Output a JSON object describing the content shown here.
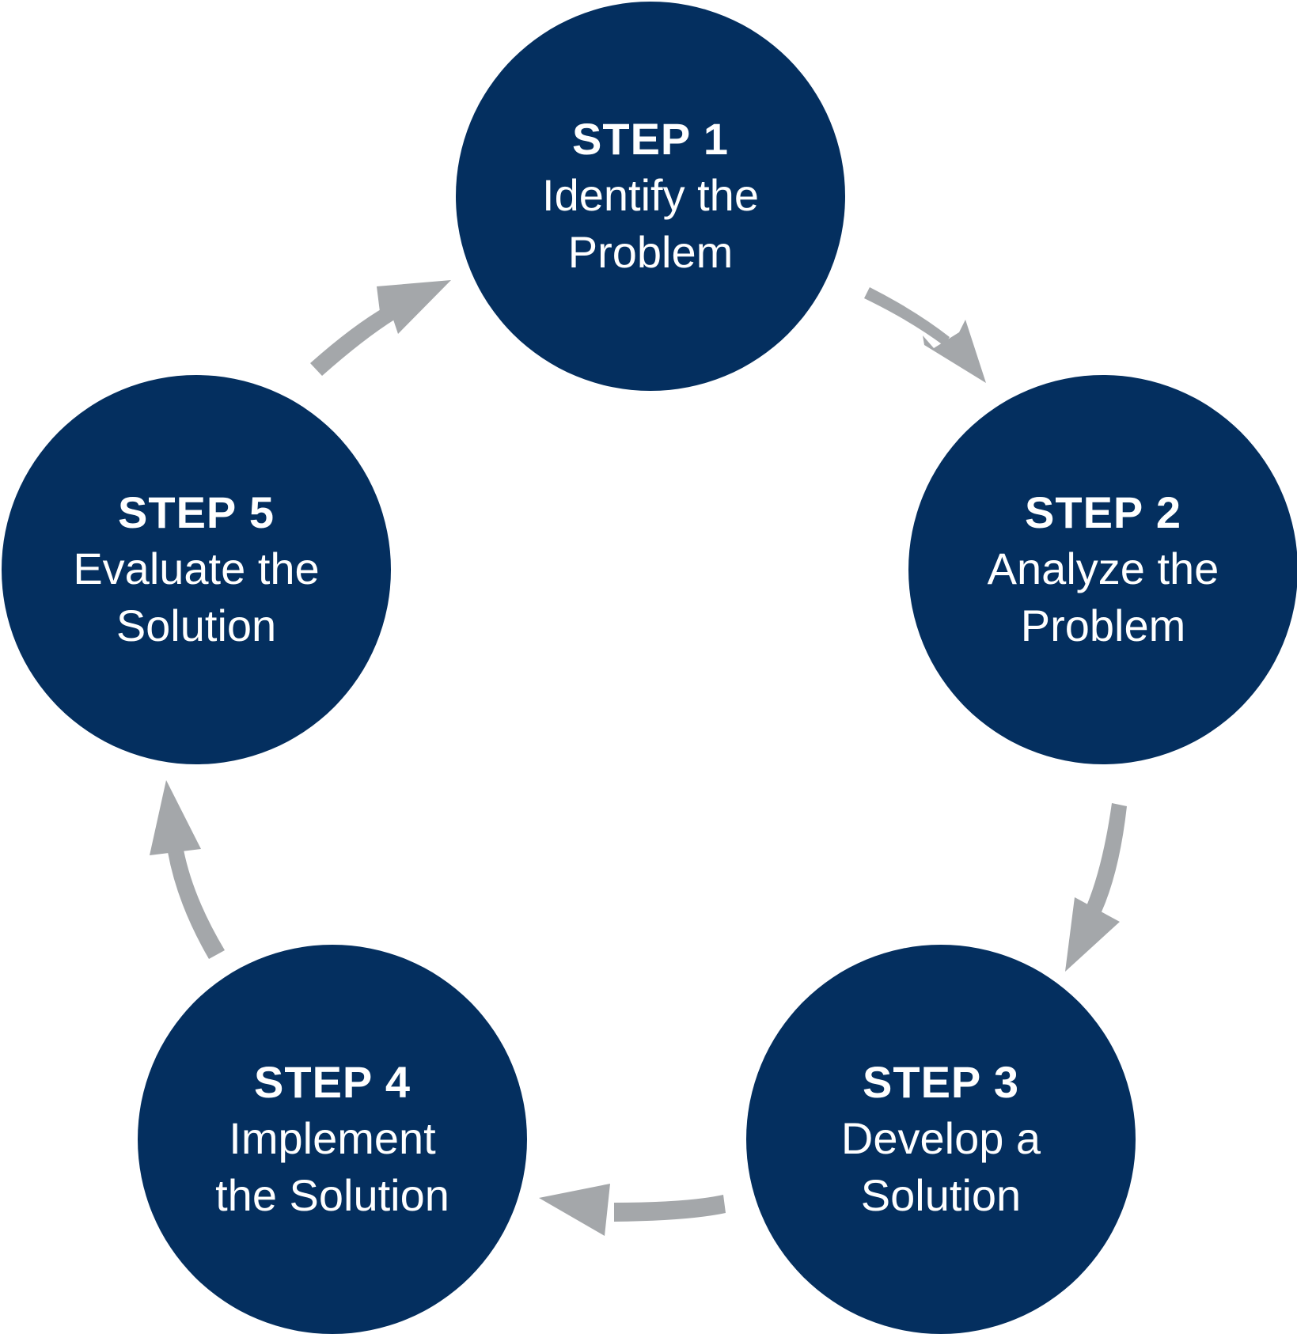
{
  "colors": {
    "circle_fill": "#042f5f",
    "text": "#ffffff",
    "arrow": "#a4a7aa",
    "background": "#ffffff"
  },
  "steps": [
    {
      "number": "STEP 1",
      "description": "Identify the\nProblem"
    },
    {
      "number": "STEP 2",
      "description": "Analyze the\nProblem"
    },
    {
      "number": "STEP 3",
      "description": "Develop a\nSolution"
    },
    {
      "number": "STEP 4",
      "description": "Implement\nthe Solution"
    },
    {
      "number": "STEP 5",
      "description": "Evaluate the\nSolution"
    }
  ]
}
